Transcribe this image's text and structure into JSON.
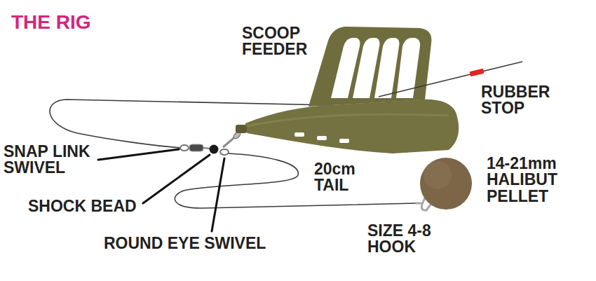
{
  "diagram": {
    "title": "THE RIG",
    "labels": [
      "SCOOP FEEDER",
      "RUBBER STOP",
      "SNAP LINK SWIVEL",
      "SHOCK BEAD",
      "ROUND EYE SWIVEL",
      "20cm TAIL",
      "14-21mm HALIBUT PELLET",
      "SIZE 4-8 HOOK"
    ]
  }
}
